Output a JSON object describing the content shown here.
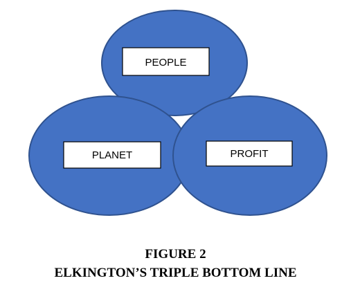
{
  "diagram": {
    "type": "venn",
    "circles": [
      {
        "id": "people",
        "label": "PEOPLE"
      },
      {
        "id": "planet",
        "label": "PLANET"
      },
      {
        "id": "profit",
        "label": "PROFIT"
      }
    ],
    "colors": {
      "circle_fill": "#4472c4",
      "circle_stroke": "#2f528f",
      "label_box_fill": "#ffffff",
      "label_box_stroke": "#000000"
    }
  },
  "caption": {
    "figure_number": "FIGURE 2",
    "title": "ELKINGTON’S TRIPLE BOTTOM LINE"
  }
}
